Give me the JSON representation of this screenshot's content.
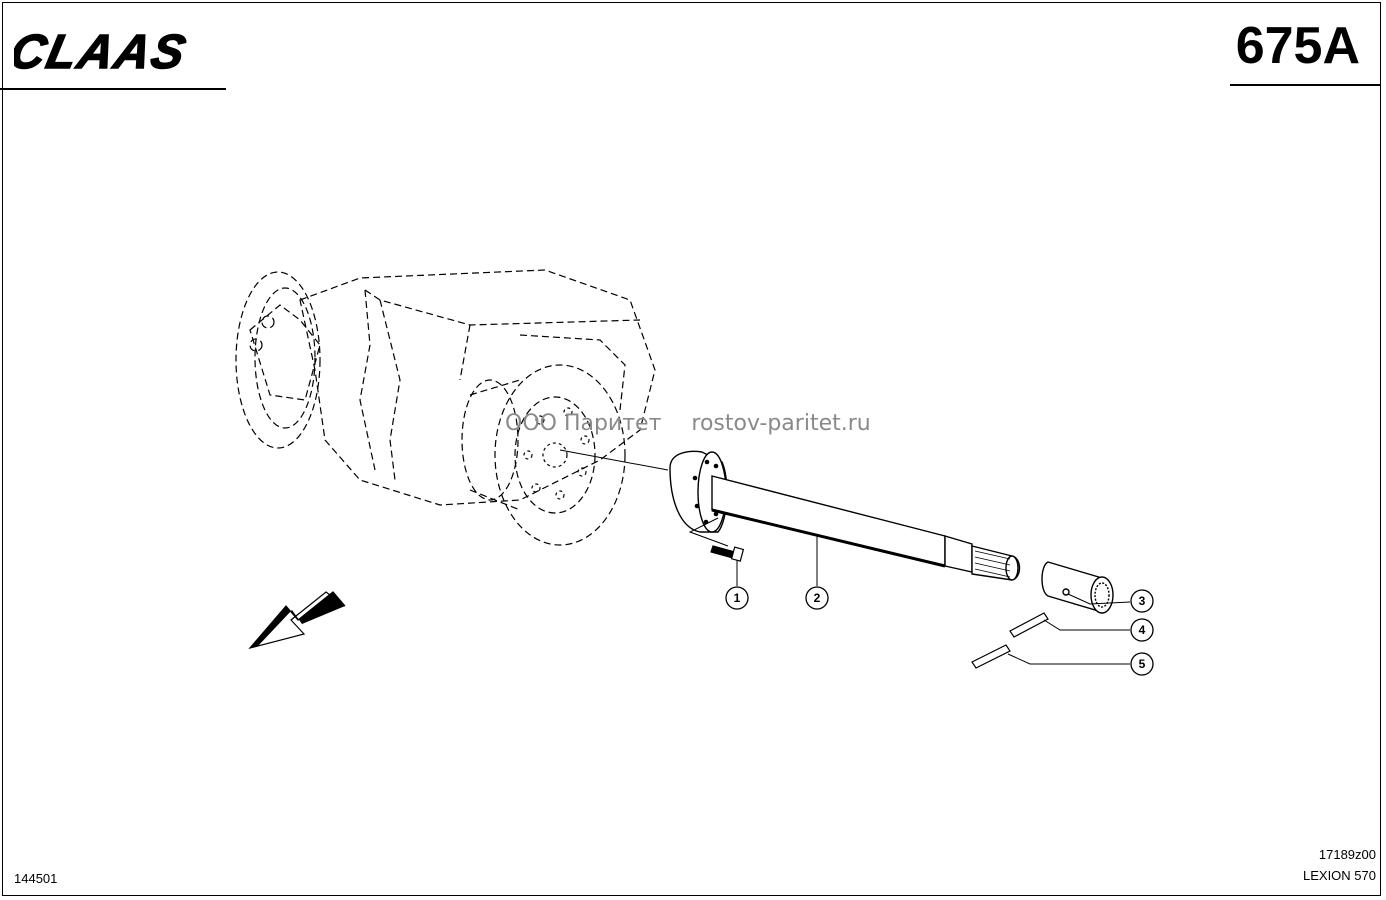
{
  "header": {
    "brand": "CLAAS",
    "page_code": "675A"
  },
  "watermark": {
    "company": "ООО Паритет",
    "website": "rostov-paritet.ru"
  },
  "callouts": [
    {
      "label": "1"
    },
    {
      "label": "2"
    },
    {
      "label": "3"
    },
    {
      "label": "4"
    },
    {
      "label": "5"
    }
  ],
  "footer": {
    "doc_number": "144501",
    "drawing_id": "17189z00",
    "model": "LEXION 570"
  },
  "icons": {
    "direction_arrow": "direction-arrow-icon"
  }
}
